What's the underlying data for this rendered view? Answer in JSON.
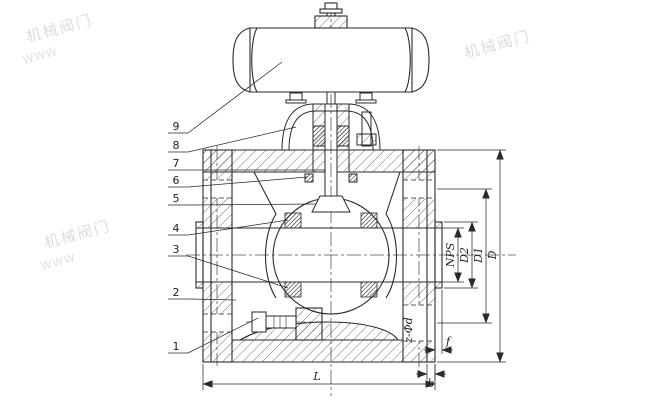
{
  "drawing": {
    "type": "ball-valve-cross-section",
    "parts": [
      {
        "label": "1"
      },
      {
        "label": "2"
      },
      {
        "label": "3"
      },
      {
        "label": "4"
      },
      {
        "label": "5"
      },
      {
        "label": "6"
      },
      {
        "label": "7"
      },
      {
        "label": "8"
      },
      {
        "label": "9"
      }
    ],
    "dims": {
      "nps": "NPS",
      "d2": "D2",
      "d1": "D1",
      "d": "D",
      "zphid": "z-Φd",
      "f": "f",
      "b": "b",
      "l": "L"
    },
    "watermarks": [
      {
        "text": "机械阀门"
      },
      {
        "text": "WWW"
      },
      {
        "text": "机械阀门"
      },
      {
        "text": "机械阀门"
      },
      {
        "text": "WWW"
      }
    ],
    "colors": {
      "line": "#2a2a2a",
      "centerline": "#555555",
      "watermark": "#dcdcdc",
      "background": "#ffffff"
    }
  }
}
